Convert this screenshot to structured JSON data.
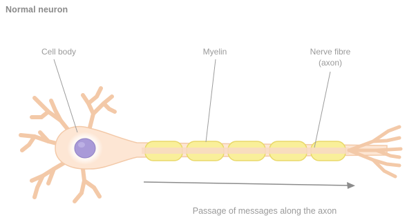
{
  "title": "Normal neuron",
  "labels": {
    "cell_body": "Cell body",
    "myelin": "Myelin",
    "nerve_fibre_line1": "Nerve fibre",
    "nerve_fibre_line2": "(axon)",
    "passage": "Passage of messages along the axon"
  },
  "colors": {
    "cell": "#fde6d4",
    "cell_outline": "#f3c9a8",
    "nucleus": "#a99ad8",
    "myelin": "#f9ef9a",
    "myelin_outline": "#e9d86a",
    "text": "#9a9a9a",
    "lines": "#9b9b9b"
  }
}
